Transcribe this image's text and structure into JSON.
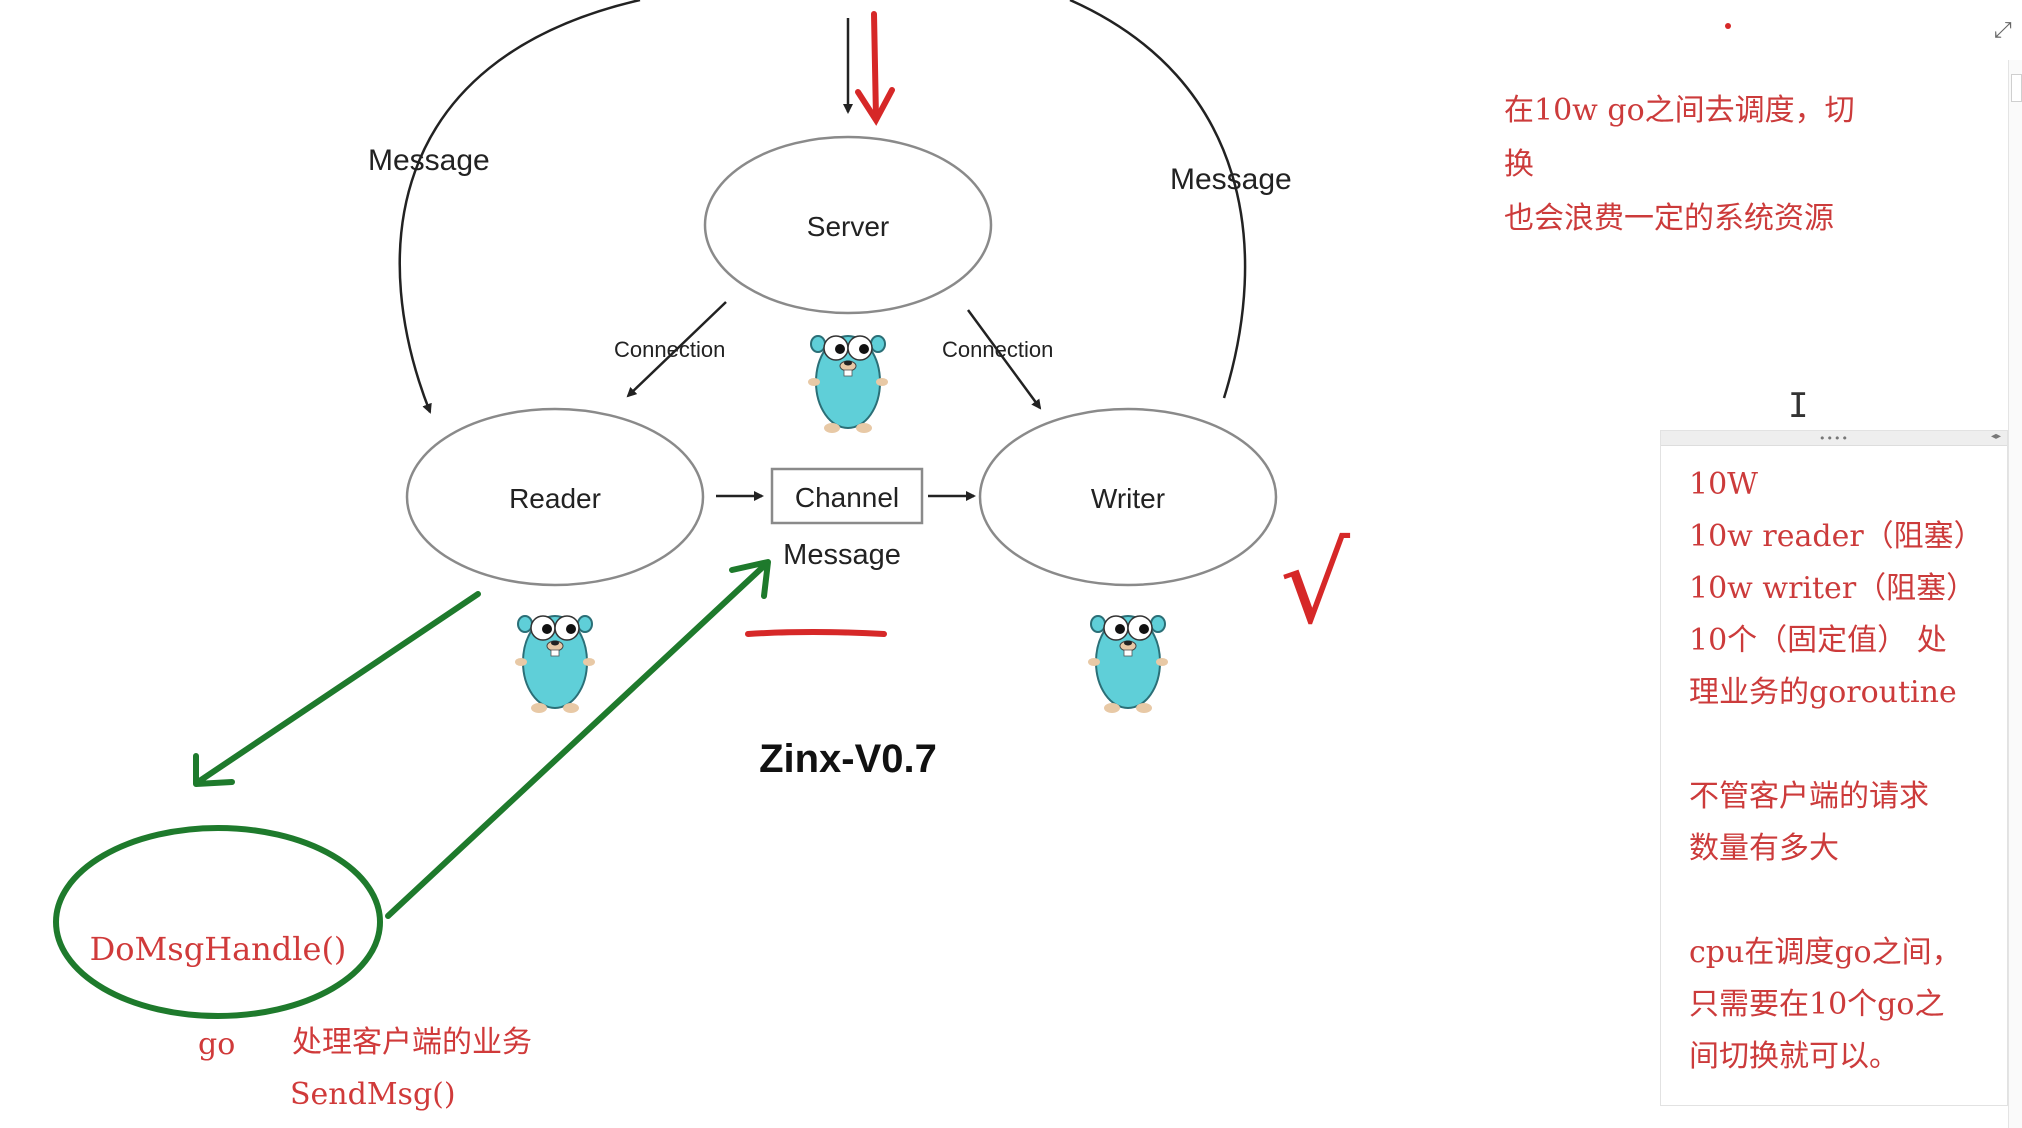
{
  "diagram": {
    "server_label": "Server",
    "reader_label": "Reader",
    "writer_label": "Writer",
    "channel_label": "Channel",
    "message_under_channel": "Message",
    "message_left": "Message",
    "message_right": "Message",
    "connection_left": "Connection",
    "connection_right": "Connection",
    "title": "Zinx-V0.7"
  },
  "annotations": {
    "handler_label": "DoMsgHandle()",
    "go_label": "go",
    "process_label": "处理客户端的业务",
    "sendmsg_label": "SendMsg()",
    "check_mark": "√"
  },
  "top_note": {
    "lines": [
      "在10w go之间去调度，切",
      "换",
      "也会浪费一定的系统资源"
    ]
  },
  "note_panel": {
    "grip": "••••",
    "arrows": "◂▸",
    "lines": [
      "10W",
      "10w reader（阻塞）",
      "10w writer（阻塞）",
      "10个（固定值） 处",
      "理业务的goroutine",
      "",
      "不管客户端的请求",
      "数量有多大",
      "",
      "cpu在调度go之间，",
      "只需要在10个go之",
      "间切换就可以。"
    ]
  },
  "ui": {
    "expand_icon": "⤢",
    "text_cursor_icon": "I"
  },
  "colors": {
    "annotation_red": "#d03a3a",
    "annotation_green": "#1e7a2c",
    "gopher_blue": "#5fcfd8"
  }
}
